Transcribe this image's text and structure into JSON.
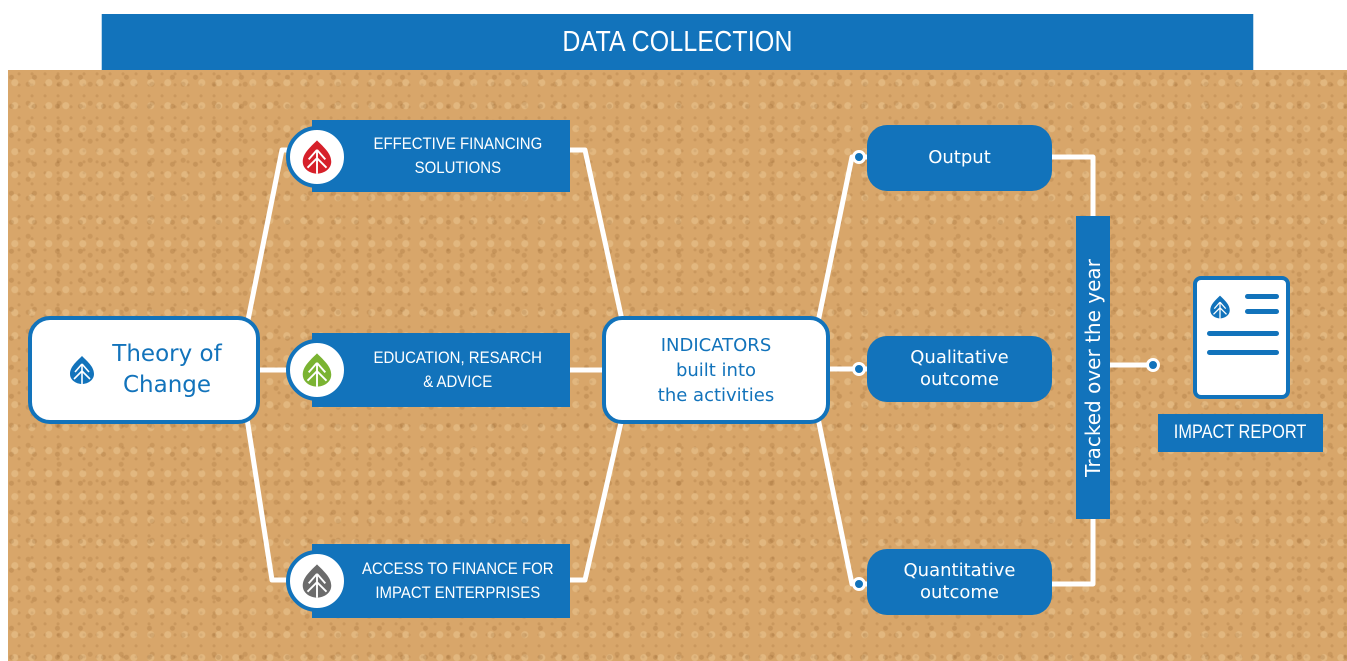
{
  "header": {
    "title": "DATA COLLECTION"
  },
  "theory": {
    "label_line1": "Theory of",
    "label_line2": "Change"
  },
  "categories": [
    {
      "line1": "EFFECTIVE FINANCING",
      "line2": "SOLUTIONS",
      "icon_color": "#d6202a"
    },
    {
      "line1": "EDUCATION, RESARCH",
      "line2": "& ADVICE",
      "icon_color": "#7ab332"
    },
    {
      "line1": "ACCESS TO FINANCE FOR",
      "line2": "IMPACT ENTERPRISES",
      "icon_color": "#6b6b6b"
    }
  ],
  "indicators": {
    "line1": "INDICATORS",
    "line2": "built into",
    "line3": "the activities"
  },
  "outcomes": [
    {
      "line1": "Output",
      "line2": ""
    },
    {
      "line1": "Qualitative",
      "line2": "outcome"
    },
    {
      "line1": "Quantitative",
      "line2": "outcome"
    }
  ],
  "tracked": {
    "label": "Tracked over the year"
  },
  "report": {
    "label": "IMPACT REPORT"
  },
  "colors": {
    "brand": "#1273bb",
    "cork": "#d8a66a",
    "white": "#ffffff"
  },
  "icons": {
    "leaf": "leaf-icon",
    "document": "report-document-icon"
  }
}
